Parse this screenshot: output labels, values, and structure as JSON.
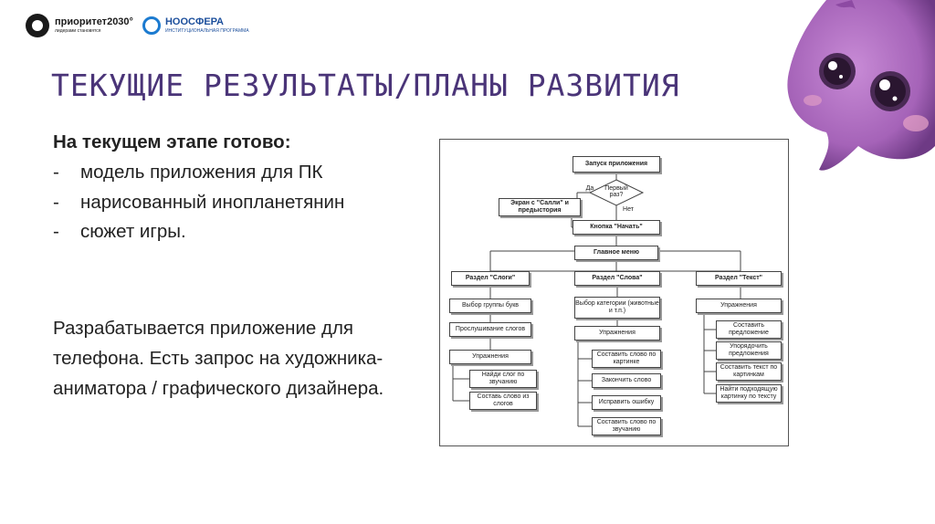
{
  "logos": {
    "priority": {
      "name": "приоритет2030°",
      "tagline": "лидерами становятся"
    },
    "noosfera": {
      "name": "НООСФЕРА",
      "tagline": "ИНСТИТУЦИОНАЛЬНАЯ ПРОГРАММА"
    }
  },
  "title": "ТЕКУЩИЕ РЕЗУЛЬТАТЫ/ПЛАНЫ РАЗВИТИЯ",
  "ready": {
    "heading": "На текущем этапе готово:",
    "items": [
      "модель приложения для ПК",
      "нарисованный инопланетянин",
      "сюжет игры."
    ]
  },
  "developing": "Разрабатывается приложение для телефона. Есть запрос на художника-аниматора / графического дизайнера.",
  "diagram": {
    "start": "Запуск приложения",
    "first_run": "Первый раз?",
    "yes": "Да",
    "no": "Нет",
    "intro": "Экран с \"Салли\" и предыстория",
    "start_button": "Кнопка \"Начать\"",
    "main_menu": "Главное меню",
    "syllables": {
      "title": "Раздел \"Слоги\"",
      "items": [
        "Выбор группы букв",
        "Прослушивание слогов",
        "Упражнения"
      ],
      "exercises": [
        "Найди слог по звучанию",
        "Составь слово из слогов"
      ]
    },
    "words": {
      "title": "Раздел \"Слова\"",
      "items": [
        "Выбор категории (животные и т.п.)",
        "Упражнения"
      ],
      "exercises": [
        "Составить слово по картинке",
        "Закончить слово",
        "Исправить ошибку",
        "Составить слово по звучанию"
      ]
    },
    "text": {
      "title": "Раздел \"Текст\"",
      "items": [
        "Упражнения"
      ],
      "exercises": [
        "Составить предложение",
        "Упорядочить предложения",
        "Составить текст по картинкам",
        "Найти подходящую картинку по тексту"
      ]
    }
  },
  "colors": {
    "title": "#4a3478",
    "mascot": "#a563b8"
  }
}
